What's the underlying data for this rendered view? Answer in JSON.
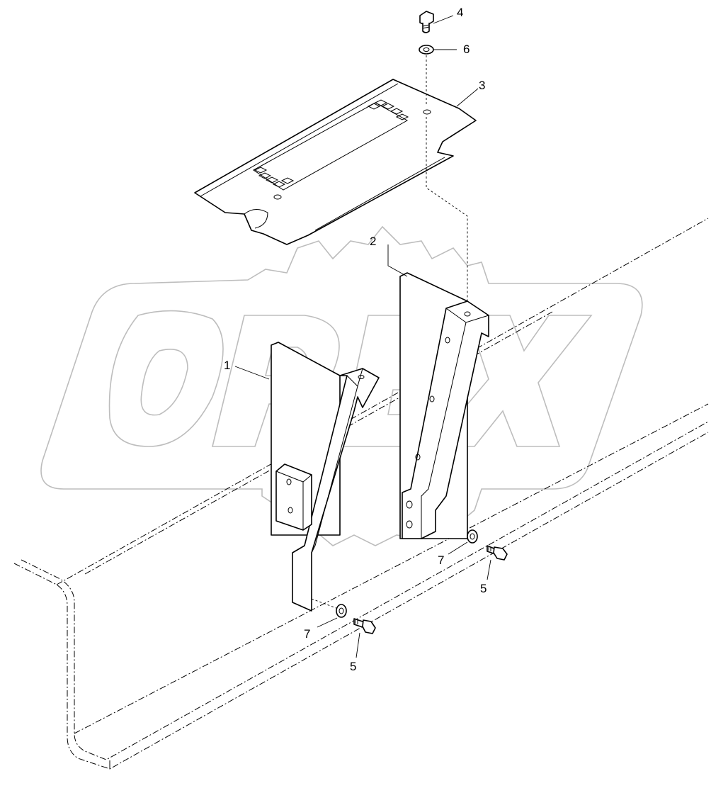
{
  "watermark": {
    "logo_text": "OPEX"
  },
  "callouts": [
    {
      "id": "c1",
      "label": "1"
    },
    {
      "id": "c2",
      "label": "2"
    },
    {
      "id": "c3",
      "label": "3"
    },
    {
      "id": "c4",
      "label": "4"
    },
    {
      "id": "c5a",
      "label": "5"
    },
    {
      "id": "c5b",
      "label": "5"
    },
    {
      "id": "c6",
      "label": "6"
    },
    {
      "id": "c7a",
      "label": "7"
    },
    {
      "id": "c7b",
      "label": "7"
    }
  ]
}
